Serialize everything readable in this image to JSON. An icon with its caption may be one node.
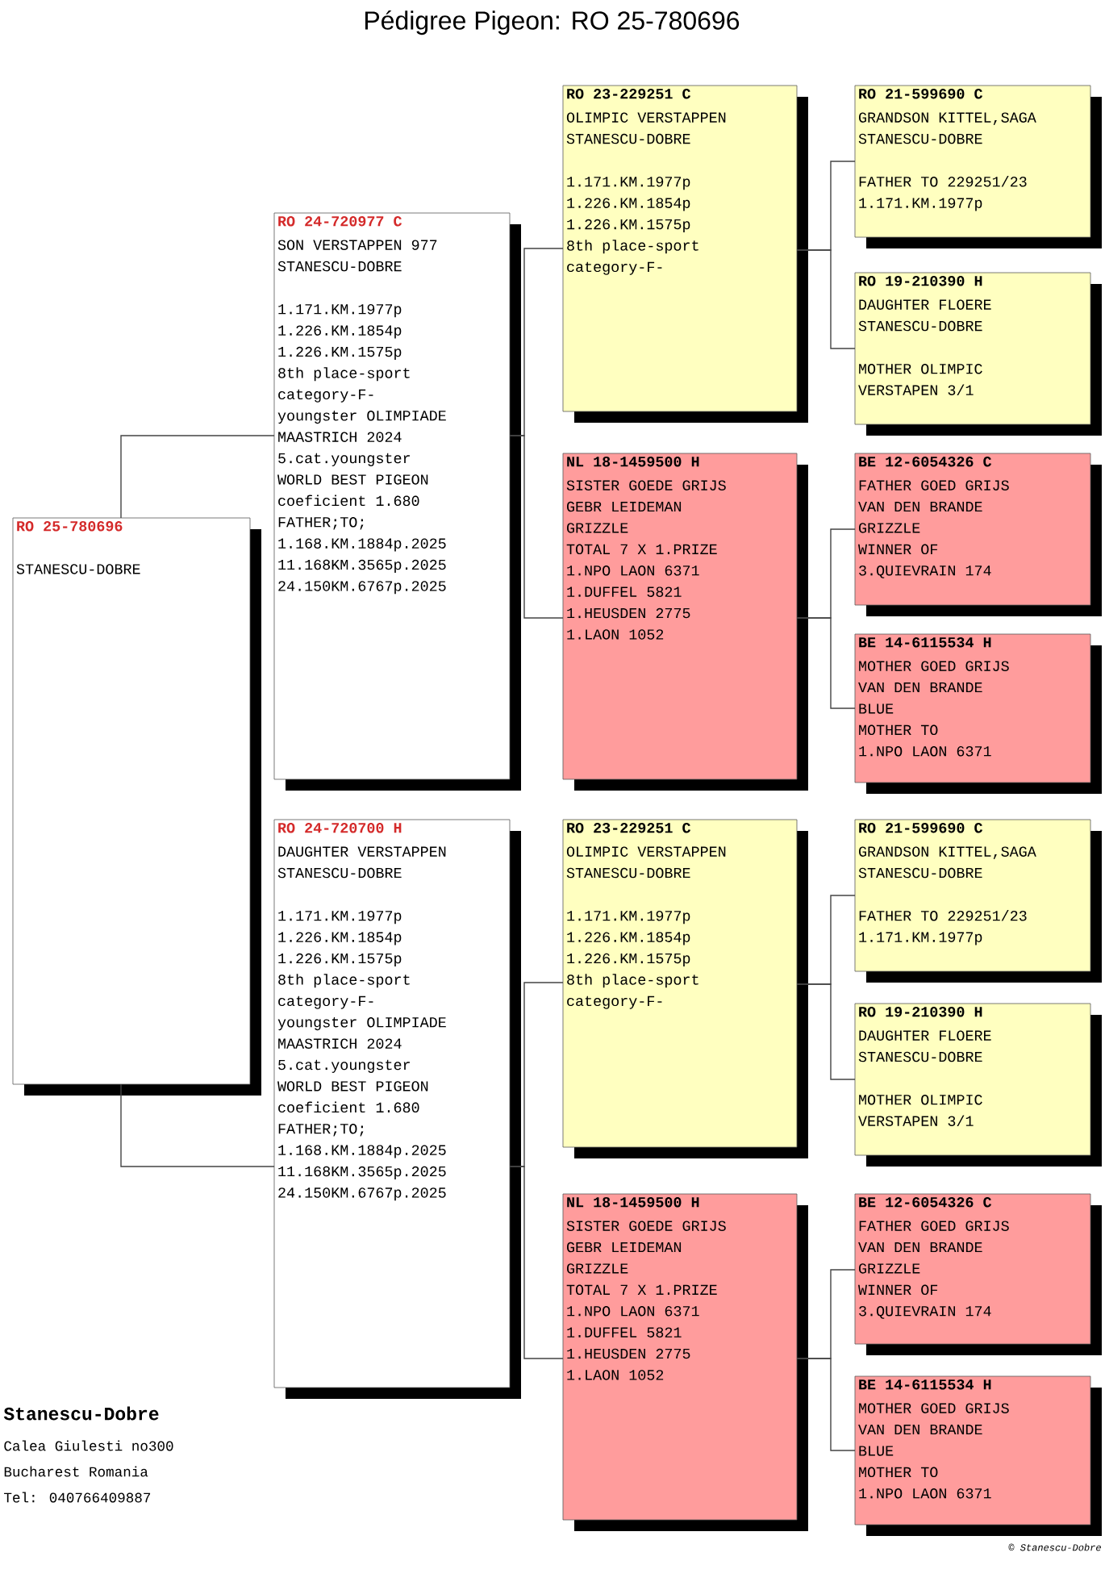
{
  "diagram": {
    "title": "Pédigree Pigeon: RO 25-780696",
    "nodes": [
      {
        "text": [
          "RO 25-780696",
          "STANESCU-DOBRE"
        ]
      },
      {
        "text": [
          "RO 24-720977 C",
          "SON VERSTAPPEN 977",
          "STANESCU-DOBRE",
          "1.171.KM.1977p",
          "1.226.KM.1854p",
          "1.226.KM.1575p",
          "8th place-sport",
          "category-F-",
          "youngster OLIMPIADE",
          "MAASTRICH 2024",
          "5.cat.youngster",
          "WORLD BEST PIGEON",
          "coeficient 1.680",
          "FATHER;TO;",
          "1.168.KM.1884p.2025",
          "11.168KM.3565p.2025",
          "24.150KM.6767p.2025"
        ]
      },
      {
        "text": [
          "RO 23-229251 C",
          "OLIMPIC VERSTAPPEN",
          "STANESCU-DOBRE",
          "1.171.KM.1977p",
          "1.226.KM.1854p",
          "1.226.KM.1575p",
          "8th place-sport",
          "category-F-"
        ]
      },
      {
        "text": [
          "RO 21-599690 C",
          "GRANDSON KITTEL,SAGA",
          "STANESCU-DOBRE",
          "FATHER TO 229251/23",
          "1.171.KM.1977p"
        ]
      },
      {
        "text": [
          "RO 19-210390 H",
          "DAUGHTER FLOERE",
          "STANESCU-DOBRE",
          "MOTHER OLIMPIC",
          "VERSTAPEN 3/1"
        ]
      },
      {
        "text": [
          "NL 18-1459500 H",
          "SISTER GOEDE GRIJS",
          "GEBR LEIDEMAN",
          "GRIZZLE",
          "TOTAL 7 X 1.PRIZE",
          "1.NPO LAON 6371",
          "1.DUFFEL 5821",
          "1.HEUSDEN 2775",
          "1.LAON 1052"
        ]
      },
      {
        "text": [
          "BE 12-6054326 C",
          "FATHER GOED GRIJS",
          "VAN DEN BRANDE",
          "GRIZZLE",
          "WINNER OF",
          "3.QUIEVRAIN 174"
        ]
      },
      {
        "text": [
          "BE 14-6115534 H",
          "MOTHER GOED GRIJS",
          "VAN DEN BRANDE",
          "BLUE",
          "MOTHER TO",
          "1.NPO LAON 6371"
        ]
      },
      {
        "text": [
          "RO 24-720700 H",
          "DAUGHTER VERSTAPPEN",
          "STANESCU-DOBRE",
          "1.171.KM.1977p",
          "1.226.KM.1854p",
          "1.226.KM.1575p",
          "8th place-sport",
          "category-F-",
          "youngster OLIMPIADE",
          "MAASTRICH 2024",
          "5.cat.youngster",
          "WORLD BEST PIGEON",
          "coeficient 1.680",
          "FATHER;TO;",
          "1.168.KM.1884p.2025",
          "11.168KM.3565p.2025",
          "24.150KM.6767p.2025"
        ]
      },
      {
        "text": [
          "RO 23-229251 C",
          "OLIMPIC VERSTAPPEN",
          "STANESCU-DOBRE",
          "1.171.KM.1977p",
          "1.226.KM.1854p",
          "1.226.KM.1575p",
          "8th place-sport",
          "category-F-"
        ]
      },
      {
        "text": [
          "RO 21-599690 C",
          "GRANDSON KITTEL,SAGA",
          "STANESCU-DOBRE",
          "FATHER TO 229251/23",
          "1.171.KM.1977p"
        ]
      },
      {
        "text": [
          "RO 19-210390 H",
          "DAUGHTER FLOERE",
          "STANESCU-DOBRE",
          "MOTHER OLIMPIC",
          "VERSTAPEN 3/1"
        ]
      },
      {
        "text": [
          "NL 18-1459500 H",
          "SISTER GOEDE GRIJS",
          "GEBR LEIDEMAN",
          "GRIZZLE",
          "TOTAL 7 X 1.PRIZE",
          "1.NPO LAON 6371",
          "1.DUFFEL 5821",
          "1.HEUSDEN 2775",
          "1.LAON 1052"
        ]
      },
      {
        "text": [
          "BE 12-6054326 C",
          "FATHER GOED GRIJS",
          "VAN DEN BRANDE",
          "GRIZZLE",
          "WINNER OF",
          "3.QUIEVRAIN 174"
        ]
      },
      {
        "text": [
          "BE 14-6115534 H",
          "MOTHER GOED GRIJS",
          "VAN DEN BRANDE",
          "BLUE",
          "MOTHER TO",
          "1.NPO LAON 6371"
        ]
      }
    ],
    "edges": [
      {
        "from": 0,
        "to": 1,
        "arrow": "none"
      },
      {
        "from": 0,
        "to": 8,
        "arrow": "none"
      },
      {
        "from": 1,
        "to": 2,
        "arrow": "none"
      },
      {
        "from": 1,
        "to": 5,
        "arrow": "none"
      },
      {
        "from": 2,
        "to": 3,
        "arrow": "none"
      },
      {
        "from": 2,
        "to": 4,
        "arrow": "none"
      },
      {
        "from": 5,
        "to": 6,
        "arrow": "none"
      },
      {
        "from": 5,
        "to": 7,
        "arrow": "none"
      },
      {
        "from": 8,
        "to": 9,
        "arrow": "none"
      },
      {
        "from": 8,
        "to": 12,
        "arrow": "none"
      },
      {
        "from": 9,
        "to": 10,
        "arrow": "none"
      },
      {
        "from": 9,
        "to": 11,
        "arrow": "none"
      },
      {
        "from": 12,
        "to": 13,
        "arrow": "none"
      },
      {
        "from": 12,
        "to": 14,
        "arrow": "none"
      }
    ],
    "labels": [
      "Stanescu-Dobre",
      "Calea Giulesti no300",
      "Bucharest Romania",
      "Tel: 040766409887",
      "© Stanescu-Dobre"
    ]
  }
}
